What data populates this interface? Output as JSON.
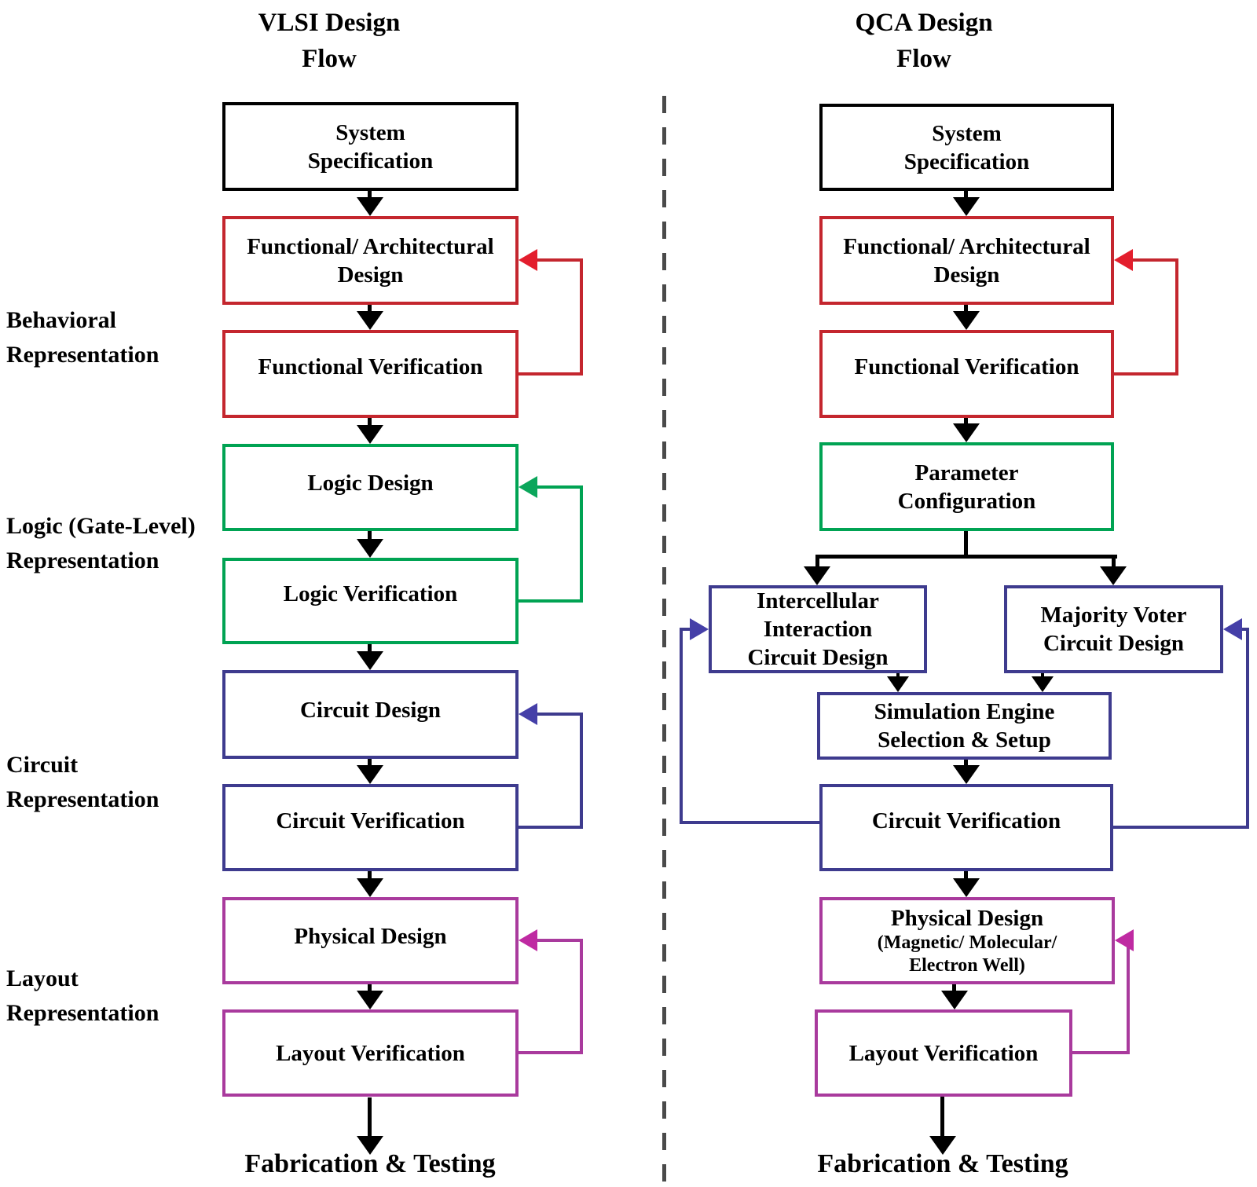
{
  "vlsi": {
    "title": "VLSI Design\nFlow",
    "boxes": {
      "system_specification": "System\nSpecification",
      "functional_architectural_design": "Functional/ Architectural\nDesign",
      "functional_verification": "Functional Verification",
      "logic_design": "Logic Design",
      "logic_verification": "Logic Verification",
      "circuit_design": "Circuit Design",
      "circuit_verification": "Circuit Verification",
      "physical_design": "Physical Design",
      "layout_verification": "Layout Verification"
    },
    "terminal": "Fabrication & Testing"
  },
  "qca": {
    "title": "QCA Design\nFlow",
    "boxes": {
      "system_specification": "System\nSpecification",
      "functional_architectural_design": "Functional/ Architectural\nDesign",
      "functional_verification": "Functional Verification",
      "parameter_configuration": "Parameter\nConfiguration",
      "intercellular_interaction_circuit_design": "Intercellular\nInteraction\nCircuit Design",
      "majority_voter_circuit_design": "Majority Voter\nCircuit Design",
      "simulation_engine": "Simulation Engine\nSelection & Setup",
      "circuit_verification": "Circuit Verification",
      "physical_design_main": "Physical Design",
      "physical_design_sub": "(Magnetic/ Molecular/\nElectron Well)",
      "layout_verification": "Layout Verification"
    },
    "terminal": "Fabrication & Testing"
  },
  "side_labels": {
    "behavioral": "Behavioral\nRepresentation",
    "logic": "Logic (Gate-Level)\nRepresentation",
    "circuit": "Circuit\nRepresentation",
    "layout": "Layout\nRepresentation"
  },
  "colors": {
    "black": "#000000",
    "red": "#c4262e",
    "red_arrow": "#e31e2d",
    "green": "#00a353",
    "green_arrow": "#0ba65b",
    "navy": "#3e3b8e",
    "navy_arrow": "#453fa8",
    "purple": "#a93a9d",
    "purple_arrow": "#bf2aa2",
    "divider_gray": "#4a4a4a"
  }
}
